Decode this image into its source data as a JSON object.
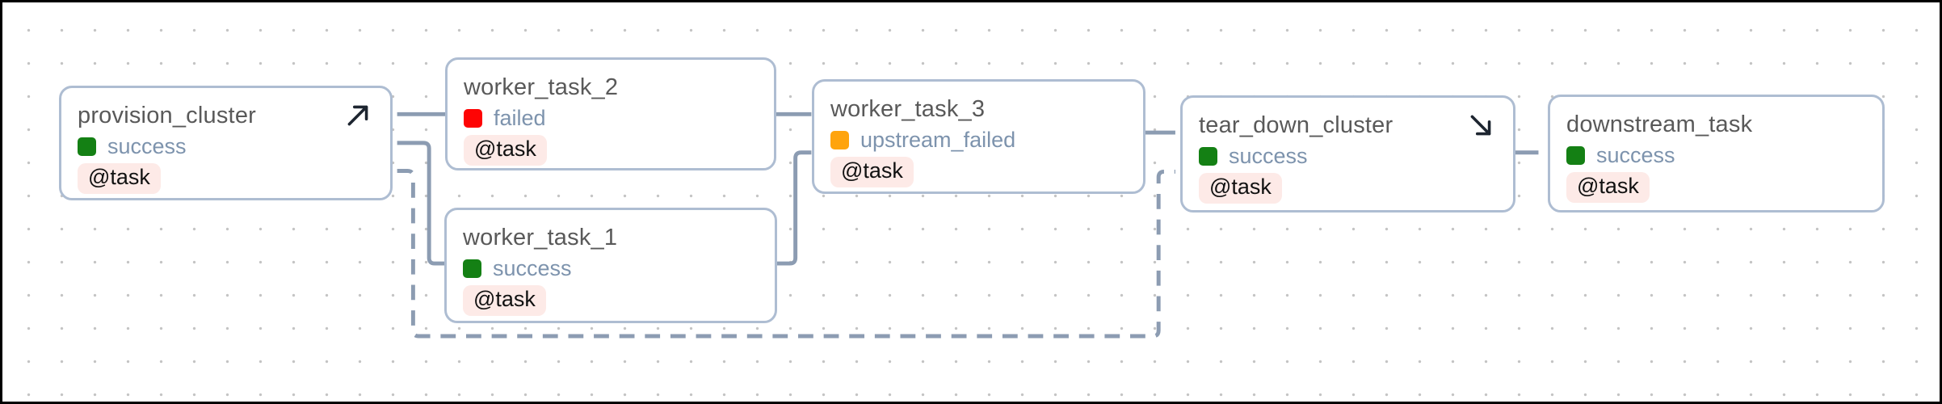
{
  "app": "airflow-dag-graph",
  "colors": {
    "success": "#148014",
    "failed": "#fe0404",
    "upstream_failed": "#ffa40d",
    "edge_color": "#8c9cb2",
    "node_border_color": "#aebdd2",
    "title_text_color": "#595959",
    "status_text_color": "#7d93ad",
    "badge_bg_color": "#fdeae7",
    "badge_text_color": "#111111",
    "icon_color": "#1d2530",
    "canvas_dot_color": "#c4c4c4",
    "canvas_background": "#ffffff"
  },
  "nodes": [
    {
      "id": "provision_cluster",
      "title": "provision_cluster",
      "status": "success",
      "badge": "@task",
      "icon": "arrow-up-right"
    },
    {
      "id": "worker_task_2",
      "title": "worker_task_2",
      "status": "failed",
      "badge": "@task",
      "icon": null
    },
    {
      "id": "worker_task_1",
      "title": "worker_task_1",
      "status": "success",
      "badge": "@task",
      "icon": null
    },
    {
      "id": "worker_task_3",
      "title": "worker_task_3",
      "status": "upstream_failed",
      "badge": "@task",
      "icon": null
    },
    {
      "id": "tear_down_cluster",
      "title": "tear_down_cluster",
      "status": "success",
      "badge": "@task",
      "icon": "arrow-down-right"
    },
    {
      "id": "downstream_task",
      "title": "downstream_task",
      "status": "success",
      "badge": "@task",
      "icon": null
    }
  ],
  "edges": [
    {
      "from": "provision_cluster",
      "to": "worker_task_2",
      "style": "solid"
    },
    {
      "from": "provision_cluster",
      "to": "worker_task_1",
      "style": "solid"
    },
    {
      "from": "provision_cluster",
      "to": "tear_down_cluster",
      "style": "dashed"
    },
    {
      "from": "worker_task_2",
      "to": "worker_task_3",
      "style": "solid"
    },
    {
      "from": "worker_task_1",
      "to": "worker_task_3",
      "style": "solid"
    },
    {
      "from": "worker_task_3",
      "to": "tear_down_cluster",
      "style": "solid"
    },
    {
      "from": "tear_down_cluster",
      "to": "downstream_task",
      "style": "solid"
    }
  ]
}
